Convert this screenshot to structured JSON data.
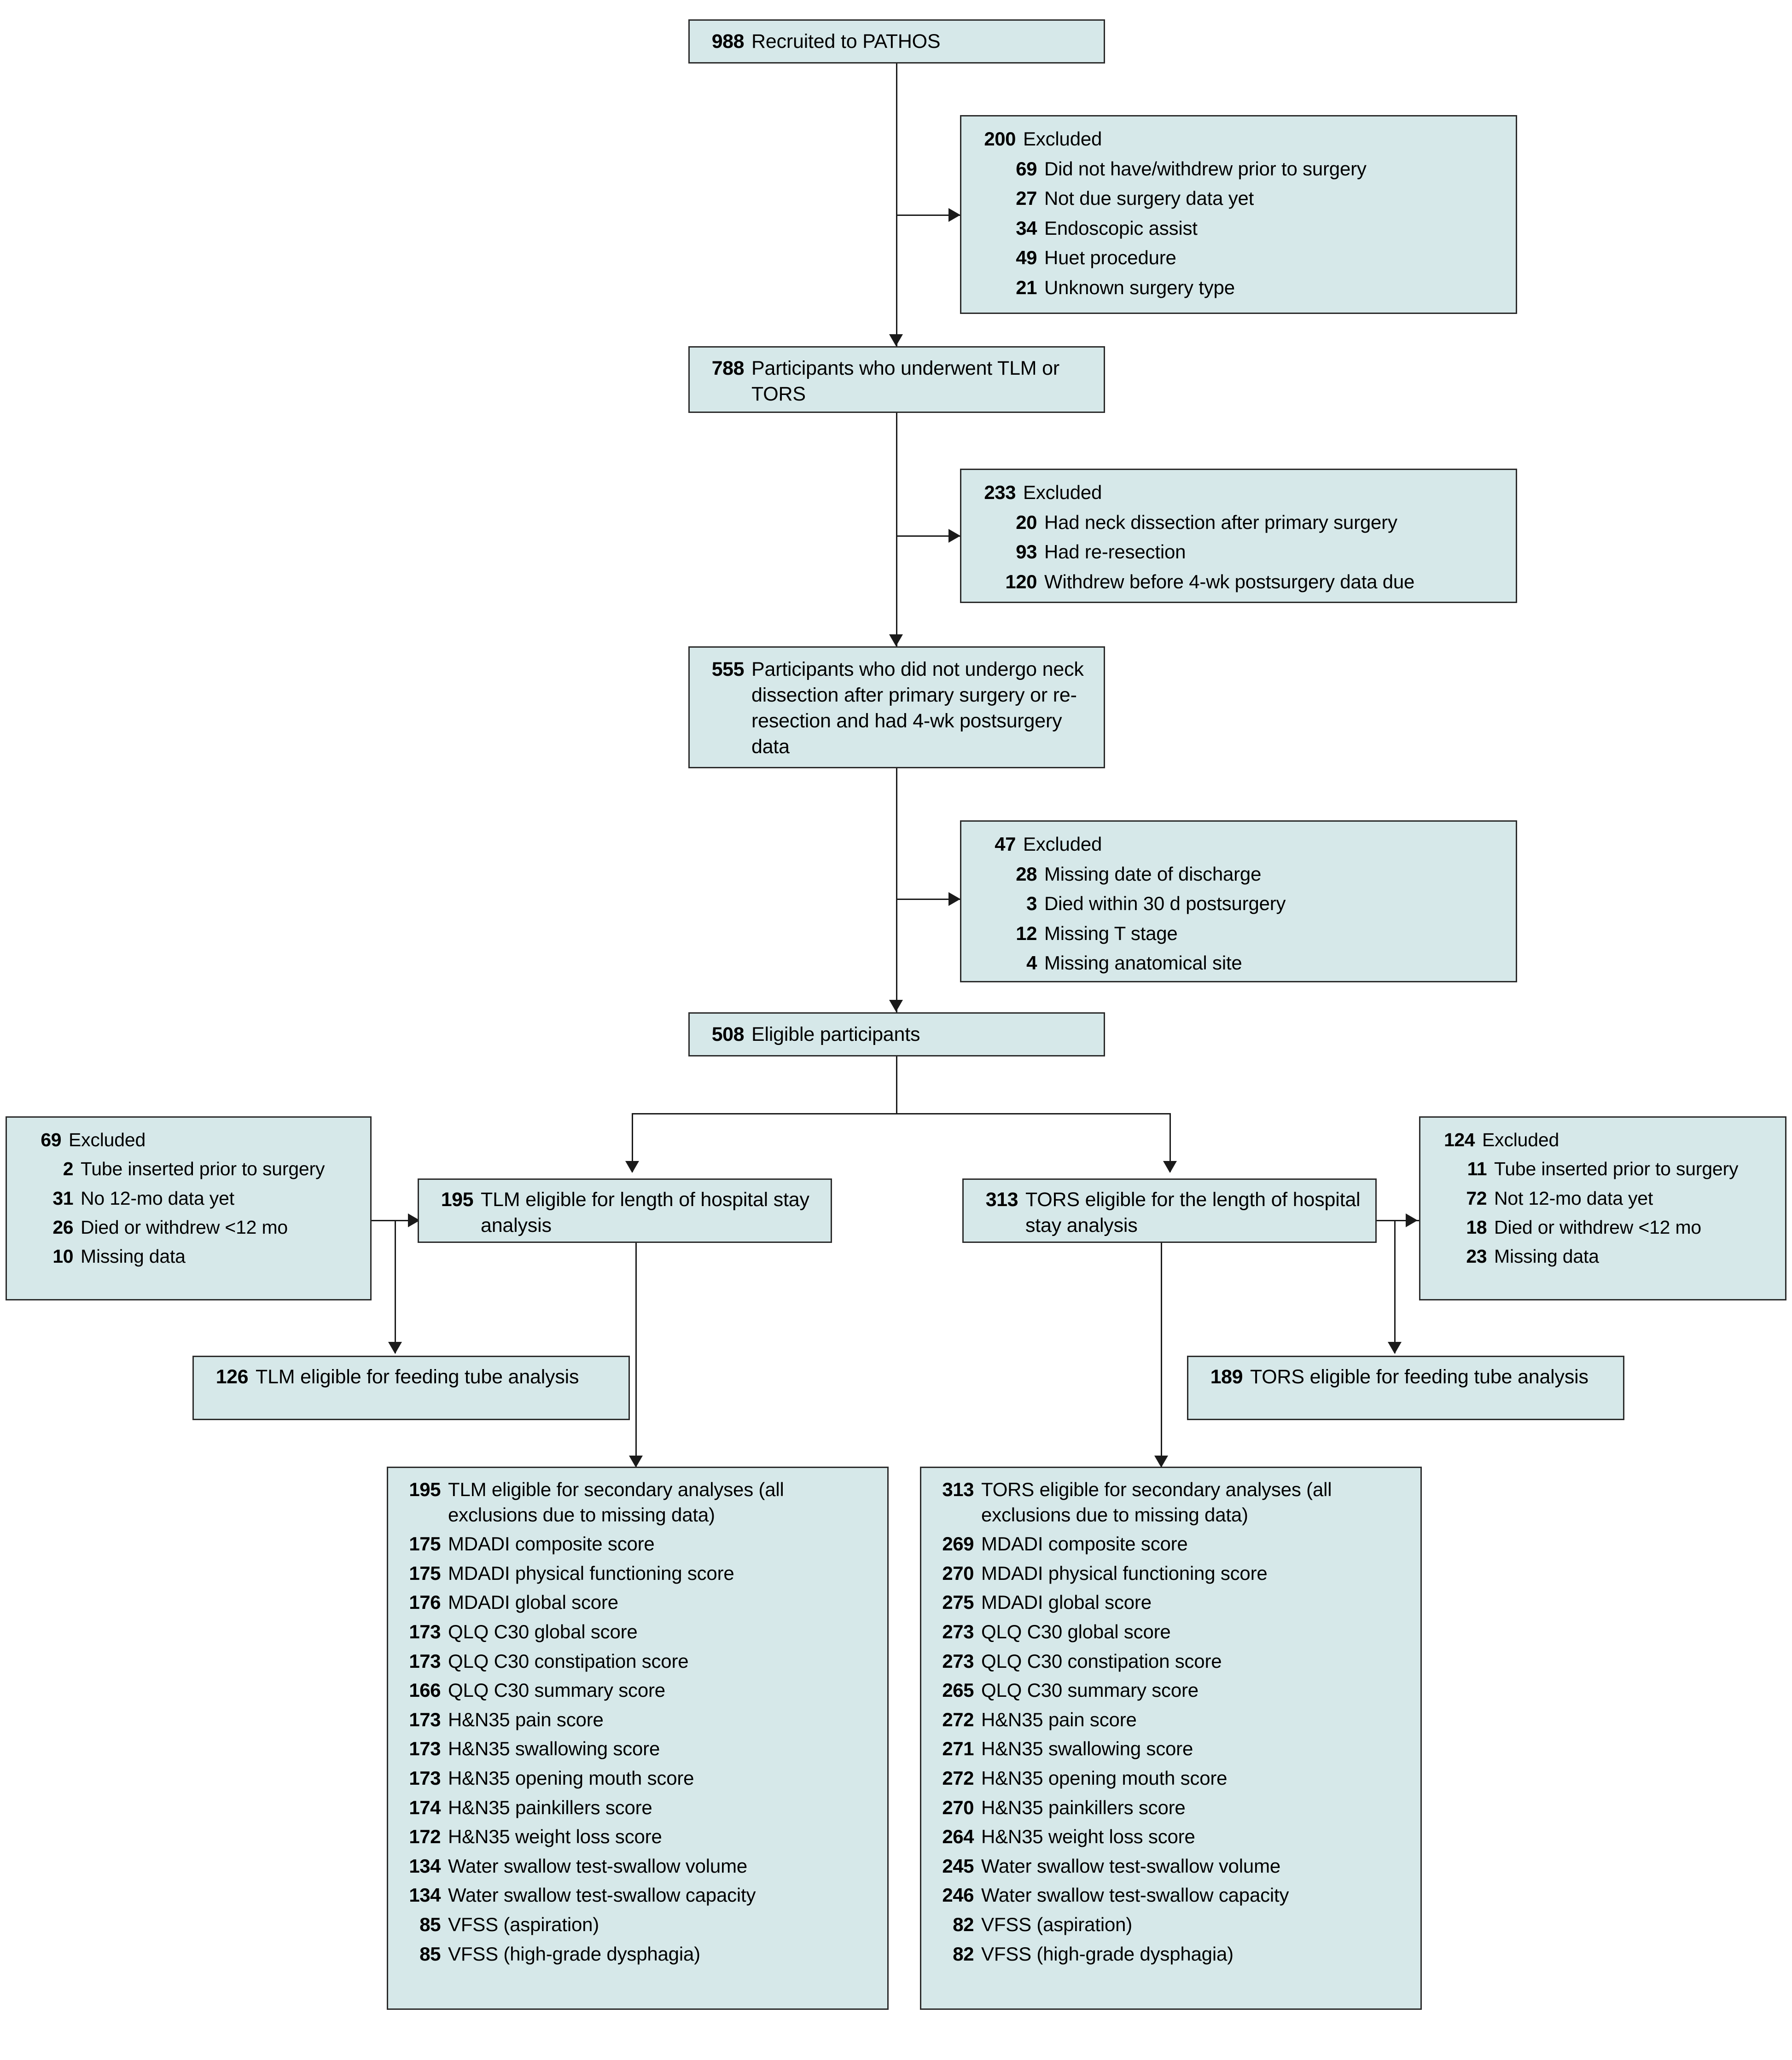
{
  "diagram": {
    "title": "PATHOS participant flow diagram",
    "box_fill": "#d6e8e9",
    "box_border": "#2b2b2b",
    "line_color": "#1a1a1a"
  },
  "nodes": {
    "recruited": {
      "count": "988",
      "label": "Recruited to PATHOS"
    },
    "excluded_1": {
      "count": "200",
      "label": "Excluded",
      "items": [
        {
          "count": "69",
          "label": "Did not have/withdrew prior to surgery"
        },
        {
          "count": "27",
          "label": "Not due surgery data yet"
        },
        {
          "count": "34",
          "label": "Endoscopic assist"
        },
        {
          "count": "49",
          "label": "Huet procedure"
        },
        {
          "count": "21",
          "label": "Unknown surgery type"
        }
      ]
    },
    "underwent_surgery": {
      "count": "788",
      "label": "Participants who underwent TLM or TORS"
    },
    "excluded_2": {
      "count": "233",
      "label": "Excluded",
      "items": [
        {
          "count": "20",
          "label": "Had neck dissection after primary surgery"
        },
        {
          "count": "93",
          "label": "Had re-resection"
        },
        {
          "count": "120",
          "label": "Withdrew before 4-wk postsurgery data due"
        }
      ]
    },
    "no_neck_dissection": {
      "count": "555",
      "label": "Participants who did not undergo neck dissection after primary surgery or re-resection and had 4-wk postsurgery data"
    },
    "excluded_3": {
      "count": "47",
      "label": "Excluded",
      "items": [
        {
          "count": "28",
          "label": "Missing date of discharge"
        },
        {
          "count": "3",
          "label": "Died within 30 d postsurgery"
        },
        {
          "count": "12",
          "label": "Missing T stage"
        },
        {
          "count": "4",
          "label": "Missing anatomical site"
        }
      ]
    },
    "eligible": {
      "count": "508",
      "label": "Eligible participants"
    },
    "excluded_tlm": {
      "count": "69",
      "label": "Excluded",
      "items": [
        {
          "count": "2",
          "label": "Tube inserted prior to surgery"
        },
        {
          "count": "31",
          "label": "No 12-mo data yet"
        },
        {
          "count": "26",
          "label": "Died or withdrew  <12 mo"
        },
        {
          "count": "10",
          "label": "Missing data"
        }
      ]
    },
    "excluded_tors": {
      "count": "124",
      "label": "Excluded",
      "items": [
        {
          "count": "11",
          "label": "Tube inserted prior to surgery"
        },
        {
          "count": "72",
          "label": "Not 12-mo data yet"
        },
        {
          "count": "18",
          "label": "Died or withdrew <12 mo"
        },
        {
          "count": "23",
          "label": "Missing data"
        }
      ]
    },
    "tlm_los": {
      "count": "195",
      "label": "TLM eligible for length of hospital stay analysis"
    },
    "tors_los": {
      "count": "313",
      "label": "TORS eligible for the length of hospital stay analysis"
    },
    "tlm_feeding": {
      "count": "126",
      "label": "TLM eligible for feeding tube analysis"
    },
    "tors_feeding": {
      "count": "189",
      "label": "TORS eligible for feeding tube analysis"
    },
    "tlm_secondary": {
      "count": "195",
      "label": "TLM eligible for secondary analyses (all exclusions due to missing data)",
      "items": [
        {
          "count": "175",
          "label": "MDADI composite score"
        },
        {
          "count": "175",
          "label": "MDADI physical functioning score"
        },
        {
          "count": "176",
          "label": "MDADI global score"
        },
        {
          "count": "173",
          "label": "QLQ C30 global score"
        },
        {
          "count": "173",
          "label": "QLQ C30 constipation score"
        },
        {
          "count": "166",
          "label": "QLQ C30 summary score"
        },
        {
          "count": "173",
          "label": "H&N35 pain score"
        },
        {
          "count": "173",
          "label": "H&N35 swallowing score"
        },
        {
          "count": "173",
          "label": "H&N35 opening mouth score"
        },
        {
          "count": "174",
          "label": "H&N35 painkillers score"
        },
        {
          "count": "172",
          "label": "H&N35 weight loss score"
        },
        {
          "count": "134",
          "label": "Water swallow test-swallow volume"
        },
        {
          "count": "134",
          "label": "Water swallow test-swallow capacity"
        },
        {
          "count": "85",
          "label": "VFSS (aspiration)"
        },
        {
          "count": "85",
          "label": "VFSS (high-grade dysphagia)"
        }
      ]
    },
    "tors_secondary": {
      "count": "313",
      "label": "TORS eligible for secondary analyses (all exclusions due to missing data)",
      "items": [
        {
          "count": "269",
          "label": "MDADI composite score"
        },
        {
          "count": "270",
          "label": "MDADI physical functioning score"
        },
        {
          "count": "275",
          "label": "MDADI global score"
        },
        {
          "count": "273",
          "label": "QLQ C30 global score"
        },
        {
          "count": "273",
          "label": "QLQ C30 constipation score"
        },
        {
          "count": "265",
          "label": "QLQ C30 summary score"
        },
        {
          "count": "272",
          "label": "H&N35 pain score"
        },
        {
          "count": "271",
          "label": "H&N35 swallowing score"
        },
        {
          "count": "272",
          "label": "H&N35 opening mouth score"
        },
        {
          "count": "270",
          "label": "H&N35 painkillers score"
        },
        {
          "count": "264",
          "label": "H&N35 weight loss score"
        },
        {
          "count": "245",
          "label": "Water swallow test-swallow volume"
        },
        {
          "count": "246",
          "label": "Water swallow test-swallow capacity"
        },
        {
          "count": "82",
          "label": "VFSS (aspiration)"
        },
        {
          "count": "82",
          "label": "VFSS (high-grade dysphagia)"
        }
      ]
    }
  }
}
